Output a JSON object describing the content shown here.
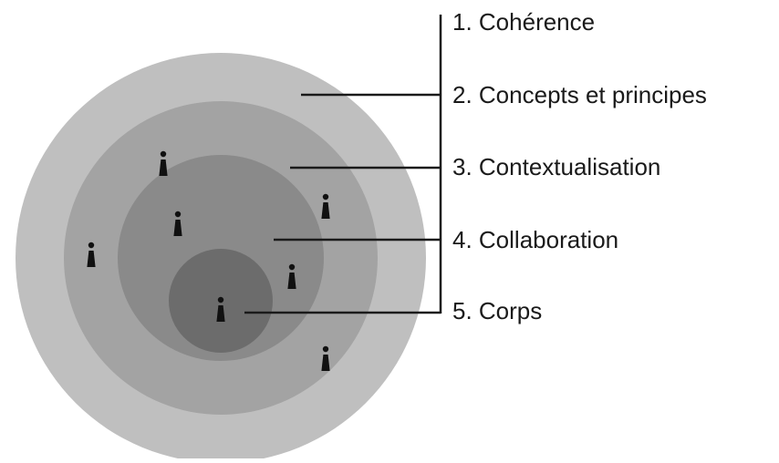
{
  "levels": [
    {
      "label": "1. Cohérence"
    },
    {
      "label": "2. Concepts et principes"
    },
    {
      "label": "3. Contextualisation"
    },
    {
      "label": "4. Collaboration"
    },
    {
      "label": "5. Corps"
    }
  ],
  "colors": {
    "ring_outer": "#bfbfbf",
    "ring_2": "#a3a3a3",
    "ring_3": "#8a8a8a",
    "ring_inner": "#6c6c6c",
    "line": "#1a1a1a",
    "person_icon": "#111111"
  },
  "icons": {
    "person": "person-icon"
  }
}
